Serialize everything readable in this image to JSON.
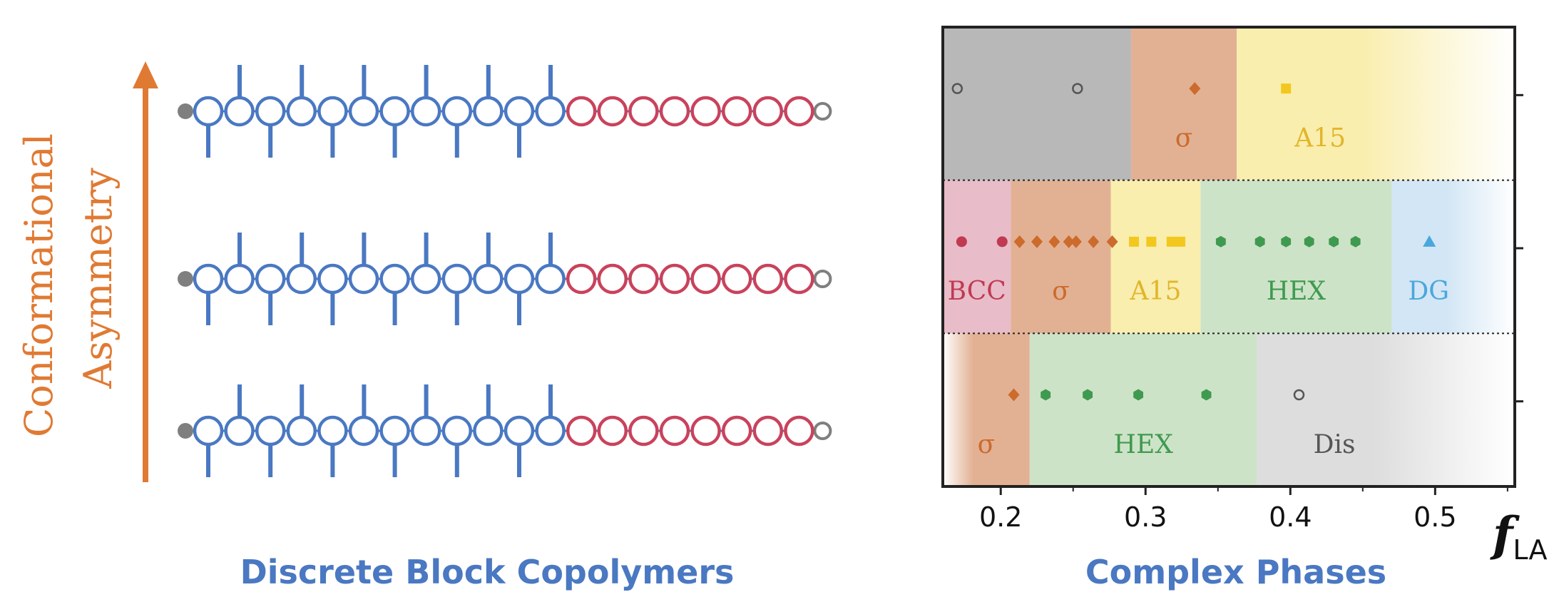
{
  "left_panel": {
    "axis_label_line1": "Conformational",
    "axis_label_line2": "Asymmetry",
    "caption": "Discrete Block Copolymers",
    "colors": {
      "arrow": "#e07a33",
      "blue_block": "#4a78c2",
      "red_block": "#c9425c",
      "end_group": "#7f7f7f"
    },
    "chains": [
      {
        "level": "high",
        "blue_beads": 12,
        "red_beads": 8,
        "side_chains_up": 6,
        "side_chains_down": 6
      },
      {
        "level": "medium",
        "blue_beads": 12,
        "red_beads": 8,
        "side_chains_up": 6,
        "side_chains_down": 6
      },
      {
        "level": "low",
        "blue_beads": 12,
        "red_beads": 8,
        "side_chains_up": 6,
        "side_chains_down": 6
      }
    ]
  },
  "right_panel": {
    "caption": "Complex Phases",
    "chart_data": {
      "type": "scatter",
      "xlabel_main": "f",
      "xlabel_sub": "LA",
      "xlim": [
        0.16,
        0.555
      ],
      "x_ticks": [
        0.2,
        0.3,
        0.4,
        0.5
      ],
      "x_tick_labels": [
        "0.2",
        "0.3",
        "0.4",
        "0.5"
      ],
      "rows": [
        {
          "regions": [
            {
              "label": "",
              "color": "#b8b8b8",
              "x0": 0.16,
              "x1": 0.29,
              "fade_end": false
            },
            {
              "label": "σ",
              "color": "#e2b194",
              "text_color": "#cc6b2c",
              "x0": 0.29,
              "x1": 0.363,
              "fade_end": false
            },
            {
              "label": "A15",
              "color": "#f9eeae",
              "text_color": "#e2b52a",
              "x0": 0.363,
              "x1": 0.555,
              "fade_end": true
            }
          ],
          "points": [
            {
              "x": 0.17,
              "marker": "open-circle",
              "color": "#555555"
            },
            {
              "x": 0.253,
              "marker": "open-circle",
              "color": "#555555"
            },
            {
              "x": 0.334,
              "marker": "diamond",
              "color": "#cc6b2c"
            },
            {
              "x": 0.397,
              "marker": "square",
              "color": "#f2c81f"
            }
          ]
        },
        {
          "regions": [
            {
              "label": "BCC",
              "color": "#e8bcc8",
              "text_color": "#c03a52",
              "x0": 0.16,
              "x1": 0.207,
              "fade_end": false
            },
            {
              "label": "σ",
              "color": "#e2b194",
              "text_color": "#cc6b2c",
              "x0": 0.207,
              "x1": 0.276,
              "fade_end": false
            },
            {
              "label": "A15",
              "color": "#f9eeae",
              "text_color": "#e2b52a",
              "x0": 0.276,
              "x1": 0.338,
              "fade_end": false
            },
            {
              "label": "HEX",
              "color": "#cde3c8",
              "text_color": "#3f9a4f",
              "x0": 0.338,
              "x1": 0.47,
              "fade_end": false
            },
            {
              "label": "DG",
              "color": "#d3e6f5",
              "text_color": "#4aa7dc",
              "x0": 0.47,
              "x1": 0.555,
              "fade_end": true
            }
          ],
          "points": [
            {
              "x": 0.173,
              "marker": "circle",
              "color": "#c03a52"
            },
            {
              "x": 0.201,
              "marker": "circle",
              "color": "#c03a52"
            },
            {
              "x": 0.213,
              "marker": "diamond",
              "color": "#cc6b2c"
            },
            {
              "x": 0.225,
              "marker": "diamond",
              "color": "#cc6b2c"
            },
            {
              "x": 0.237,
              "marker": "diamond",
              "color": "#cc6b2c"
            },
            {
              "x": 0.247,
              "marker": "diamond",
              "color": "#cc6b2c"
            },
            {
              "x": 0.252,
              "marker": "diamond",
              "color": "#cc6b2c"
            },
            {
              "x": 0.264,
              "marker": "diamond",
              "color": "#cc6b2c"
            },
            {
              "x": 0.277,
              "marker": "diamond",
              "color": "#cc6b2c"
            },
            {
              "x": 0.292,
              "marker": "square",
              "color": "#f2c81f"
            },
            {
              "x": 0.304,
              "marker": "square",
              "color": "#f2c81f"
            },
            {
              "x": 0.318,
              "marker": "square",
              "color": "#f2c81f"
            },
            {
              "x": 0.324,
              "marker": "square",
              "color": "#f2c81f"
            },
            {
              "x": 0.352,
              "marker": "hexagon",
              "color": "#3f9a4f"
            },
            {
              "x": 0.379,
              "marker": "hexagon",
              "color": "#3f9a4f"
            },
            {
              "x": 0.397,
              "marker": "hexagon",
              "color": "#3f9a4f"
            },
            {
              "x": 0.413,
              "marker": "hexagon",
              "color": "#3f9a4f"
            },
            {
              "x": 0.43,
              "marker": "hexagon",
              "color": "#3f9a4f"
            },
            {
              "x": 0.445,
              "marker": "hexagon",
              "color": "#3f9a4f"
            },
            {
              "x": 0.496,
              "marker": "triangle",
              "color": "#4aa7dc"
            }
          ]
        },
        {
          "regions": [
            {
              "label": "σ",
              "color": "#e2b194",
              "text_color": "#cc6b2c",
              "x0": 0.16,
              "x1": 0.22,
              "fade_start": true,
              "fade_end": false
            },
            {
              "label": "HEX",
              "color": "#cde3c8",
              "text_color": "#3f9a4f",
              "x0": 0.22,
              "x1": 0.377,
              "fade_end": false
            },
            {
              "label": "Dis",
              "color": "#dddddd",
              "text_color": "#555555",
              "x0": 0.377,
              "x1": 0.555,
              "fade_end": true
            }
          ],
          "points": [
            {
              "x": 0.209,
              "marker": "diamond",
              "color": "#cc6b2c"
            },
            {
              "x": 0.231,
              "marker": "hexagon",
              "color": "#3f9a4f"
            },
            {
              "x": 0.26,
              "marker": "hexagon",
              "color": "#3f9a4f"
            },
            {
              "x": 0.295,
              "marker": "hexagon",
              "color": "#3f9a4f"
            },
            {
              "x": 0.342,
              "marker": "hexagon",
              "color": "#3f9a4f"
            },
            {
              "x": 0.406,
              "marker": "open-circle",
              "color": "#555555"
            }
          ]
        }
      ]
    }
  }
}
